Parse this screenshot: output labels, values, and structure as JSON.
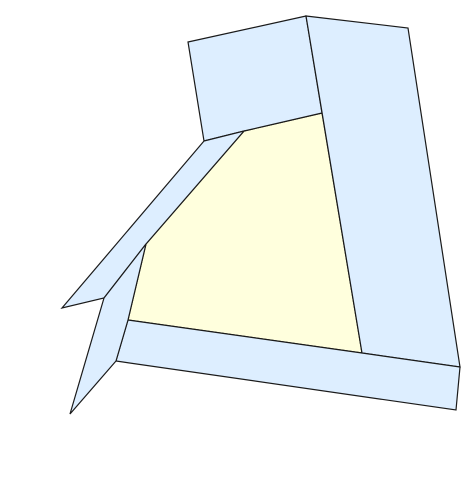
{
  "colors": {
    "background": "#ffffff",
    "panel_fill": "#ddeeff",
    "center_fill": "#ffffdd",
    "outline": "#1a1a1a"
  },
  "shapes": [
    {
      "name": "top-flap",
      "fill_role": "panel_fill"
    },
    {
      "name": "right-flap",
      "fill_role": "panel_fill"
    },
    {
      "name": "bottom-flap",
      "fill_role": "panel_fill"
    },
    {
      "name": "left-upper-flap",
      "fill_role": "panel_fill"
    },
    {
      "name": "left-lower-flap",
      "fill_role": "panel_fill"
    },
    {
      "name": "center-face",
      "fill_role": "center_fill"
    }
  ]
}
